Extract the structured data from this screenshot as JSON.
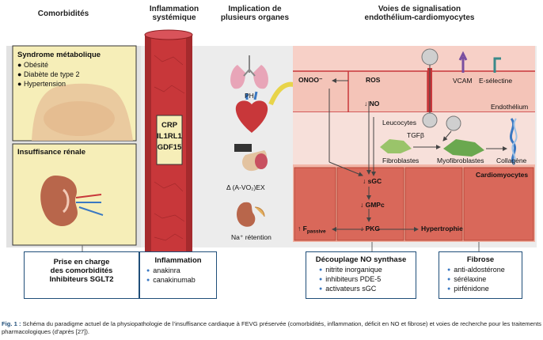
{
  "headers": {
    "comorbidites": "Comorbidités",
    "inflammation": "Inflammation\nsystémique",
    "implication": "Implication de\nplusieurs organes",
    "voies": "Voies de signalisation\nendothélium-cardiomyocytes"
  },
  "metabolic": {
    "title": "Syndrome métabolique",
    "items": [
      "Obésité",
      "Diabète de type 2",
      "Hypertension"
    ]
  },
  "renal": {
    "title": "Insuffisance rénale"
  },
  "markers": [
    "CRP",
    "IL1RL1",
    "GDF15"
  ],
  "organs": {
    "lung": "PH",
    "exercise": "Δ (A-VO₂)EX",
    "kidney": "Na⁺ rétention"
  },
  "signaling": {
    "onoo": "ONOO⁻",
    "ros": "ROS",
    "no": "↓ NO",
    "vcam": "VCAM",
    "eselectine": "E-sélectine",
    "endothelium": "Endothélium",
    "leucocytes": "Leucocytes",
    "tgfb": "TGFβ",
    "fibroblastes": "Fibroblastes",
    "myofibroblastes": "Myofibroblastes",
    "collagene": "Collagène",
    "cardiomyocytes": "Cardiomyocytes",
    "sgc": "↓ sGC",
    "gmpc": "↓ GMPc",
    "pkg": "↓ PKG",
    "fpassive": "↑ F",
    "fpassive_sub": "passive",
    "hypertrophie": "Hypertrophie"
  },
  "boxes": {
    "comorb": {
      "title": "Prise en charge\ndes comorbidités\nInhibiteurs SGLT2"
    },
    "inflam": {
      "title": "Inflammation",
      "items": [
        "anakinra",
        "canakinumab"
      ]
    },
    "decouplage": {
      "title": "Découplage NO synthase",
      "items": [
        "nitrite inorganique",
        "inhibiteurs PDE-5",
        "activateurs sGC"
      ]
    },
    "fibrose": {
      "title": "Fibrose",
      "items": [
        "anti-aldostérone",
        "sérélaxine",
        "pirfénidone"
      ]
    }
  },
  "caption": {
    "label": "Fig. 1 :",
    "text": "Schéma du paradigme actuel de la physiopathologie de l’insuffisance cardiaque à FEVG préservée (comorbidités, inflammation, déficit en NO et fibrose) et voies de recherche pour les traitements pharmacologiques (d’après [27])."
  },
  "colors": {
    "beige": "#f6eeb8",
    "vessel": "#c8373a",
    "muscle": "#d9685a",
    "panel": "#f2b6a8",
    "frame": "#1f4e79",
    "arrow": "#555555"
  }
}
